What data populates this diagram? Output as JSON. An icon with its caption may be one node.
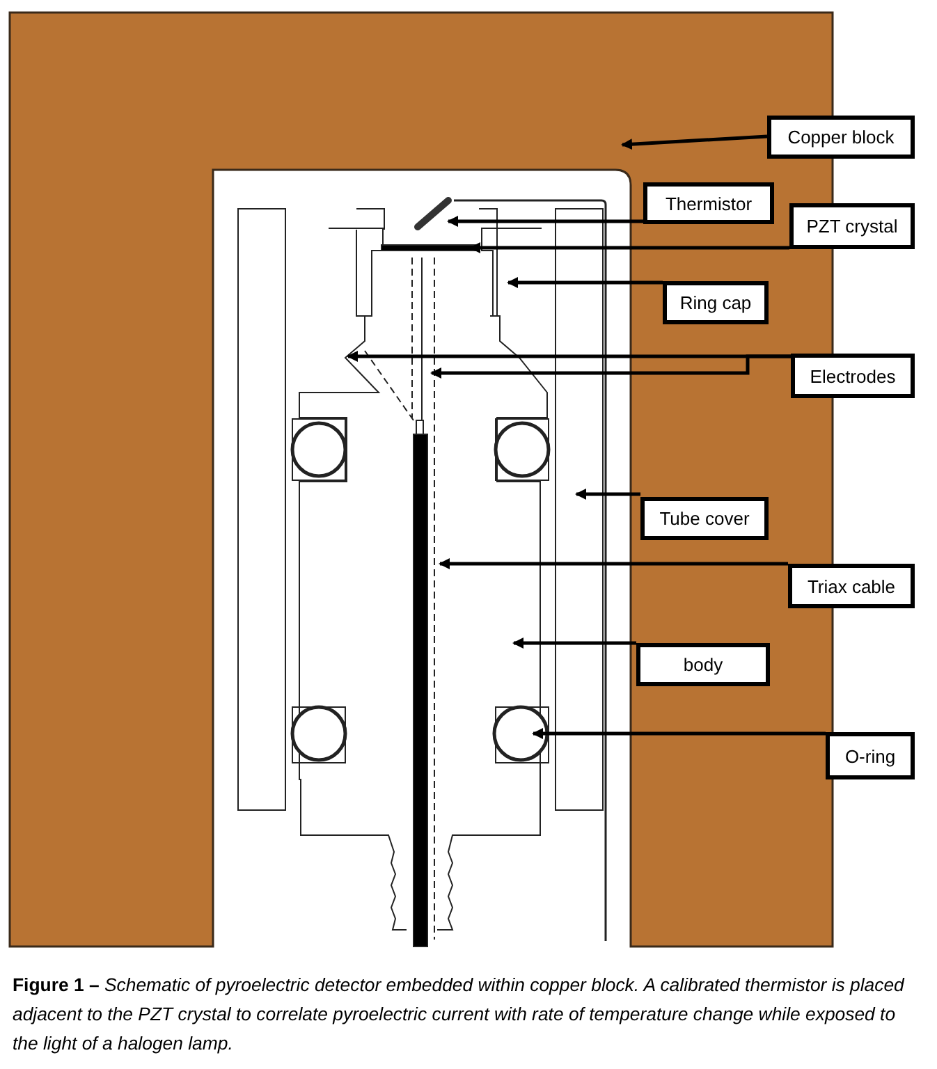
{
  "diagram": {
    "caption": "**Figure 1 –** *Schematic of pyroelectric detector embedded within copper block. A calibrated thermistor is placed adjacent to the PZT crystal to correlate pyroelectric current with rate of temperature change while exposed to the light of a halogen lamp.*",
    "nodes": [
      {
        "text": [
          "Copper block"
        ]
      },
      {
        "text": [
          "Thermistor"
        ]
      },
      {
        "text": [
          "PZT crystal"
        ]
      },
      {
        "text": [
          "Ring cap"
        ]
      },
      {
        "text": [
          "Electrodes"
        ]
      },
      {
        "text": [
          "Tube cover"
        ]
      },
      {
        "text": [
          "Triax cable"
        ]
      },
      {
        "text": [
          "body"
        ]
      },
      {
        "text": [
          "O-ring"
        ]
      }
    ],
    "edges": [
      {
        "from": 0,
        "to": null,
        "arrow": "to"
      },
      {
        "from": 1,
        "to": null,
        "arrow": "to"
      },
      {
        "from": 2,
        "to": null,
        "arrow": "to"
      },
      {
        "from": 3,
        "to": null,
        "arrow": "to"
      },
      {
        "from": 4,
        "to": null,
        "arrow": "to"
      },
      {
        "from": 4,
        "to": null,
        "arrow": "to"
      },
      {
        "from": 5,
        "to": null,
        "arrow": "to"
      },
      {
        "from": 6,
        "to": null,
        "arrow": "to"
      },
      {
        "from": 7,
        "to": null,
        "arrow": "to"
      },
      {
        "from": 8,
        "to": null,
        "arrow": "to"
      }
    ]
  }
}
